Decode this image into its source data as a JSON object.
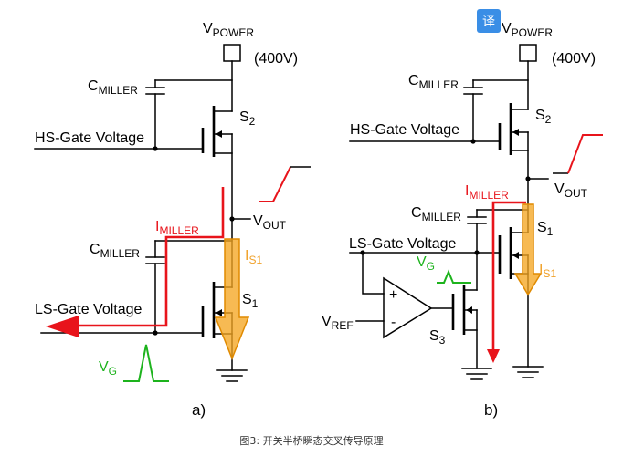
{
  "badge": {
    "text": "译",
    "color": "#3a8ee6"
  },
  "diagram_a": {
    "vpower": {
      "main": "V",
      "sub": "POWER"
    },
    "voltage": "(400V)",
    "cmiller_top": {
      "main": "C",
      "sub": "MILLER"
    },
    "s2": {
      "main": "S",
      "sub": "2"
    },
    "hs_gate": "HS-Gate Voltage",
    "imiller": {
      "main": "I",
      "sub": "MILLER"
    },
    "vout": {
      "main": "V",
      "sub": "OUT"
    },
    "cmiller_bottom": {
      "main": "C",
      "sub": "MILLER"
    },
    "is1": {
      "main": "I",
      "sub": "S1"
    },
    "s1": {
      "main": "S",
      "sub": "1"
    },
    "ls_gate": "LS-Gate Voltage",
    "vg": {
      "main": "V",
      "sub": "G"
    },
    "label": "a)"
  },
  "diagram_b": {
    "vpower": {
      "main": "V",
      "sub": "POWER"
    },
    "voltage": "(400V)",
    "cmiller_top": {
      "main": "C",
      "sub": "MILLER"
    },
    "s2": {
      "main": "S",
      "sub": "2"
    },
    "hs_gate": "HS-Gate Voltage",
    "imiller": {
      "main": "I",
      "sub": "MILLER"
    },
    "vout": {
      "main": "V",
      "sub": "OUT"
    },
    "cmiller_bottom": {
      "main": "C",
      "sub": "MILLER"
    },
    "s1": {
      "main": "S",
      "sub": "1"
    },
    "ls_gate": "LS-Gate Voltage",
    "vg": {
      "main": "V",
      "sub": "G"
    },
    "is1": {
      "main": "I",
      "sub": "S1"
    },
    "opamp_plus": "+",
    "opamp_minus": "-",
    "vref": {
      "main": "V",
      "sub": "REF"
    },
    "s3": {
      "main": "S",
      "sub": "3"
    },
    "label": "b)"
  },
  "caption": "图3: 开关半桥瞬态交叉传导原理",
  "colors": {
    "wire": "#000000",
    "miller_current": "#e8141b",
    "s1_current": "#f0a12a",
    "gate_pulse": "#1db31d"
  }
}
